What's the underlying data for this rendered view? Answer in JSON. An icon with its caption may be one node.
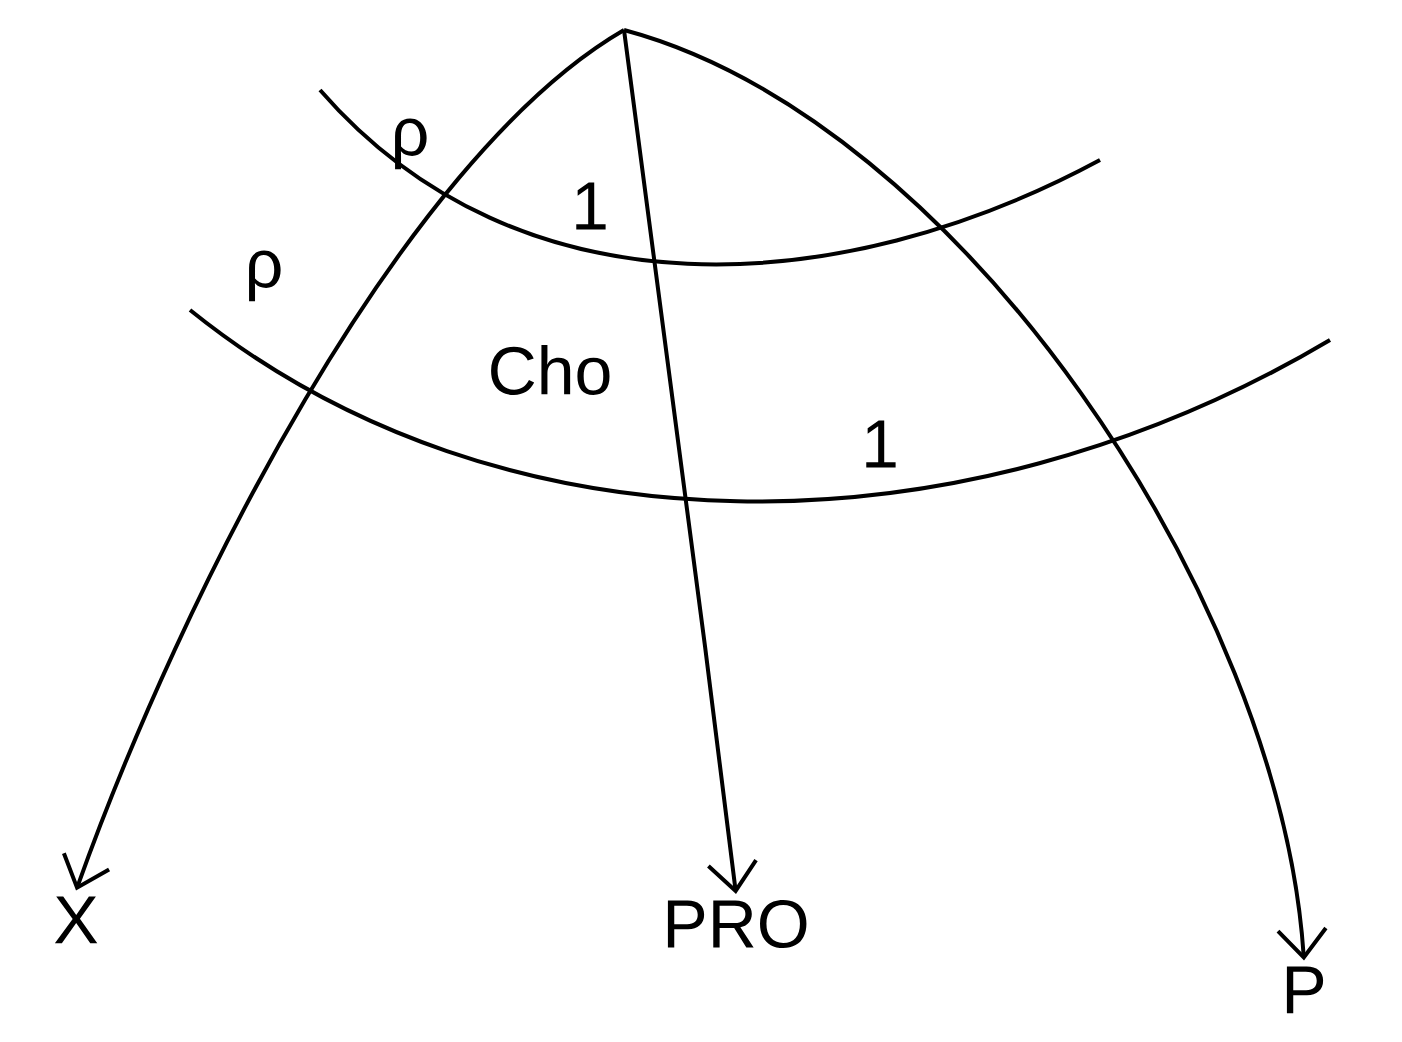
{
  "diagram": {
    "nodes": [
      {
        "text": [
          "X"
        ]
      },
      {
        "text": [
          "PRO"
        ]
      },
      {
        "text": [
          "P"
        ]
      }
    ],
    "edges": [
      {
        "from": null,
        "to": 0,
        "arrow": "to"
      },
      {
        "from": null,
        "to": 1,
        "arrow": "to"
      },
      {
        "from": null,
        "to": 2,
        "arrow": "to"
      }
    ],
    "labels": [
      "ρ",
      "ρ",
      "1",
      "Cho",
      "1"
    ]
  }
}
